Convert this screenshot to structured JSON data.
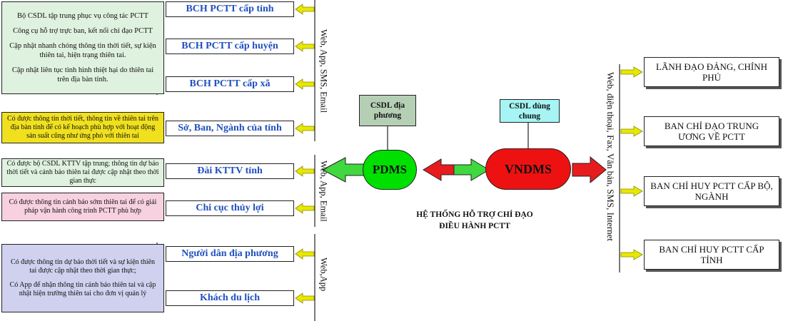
{
  "groups": [
    {
      "channel": "Web, App, SMS, Email",
      "blocks": [
        {
          "color": "#dff1df",
          "lines": [
            "Bộ CSDL tập trung phục vụ công tác PCTT",
            "Công cụ hỗ trợ trực ban, kết nối chỉ đạo PCTT",
            "Cập nhật nhanh chóng thông tin thời tiết, sự kiện thiên tai, hiện trạng thiên tai.",
            "Cập nhật liên tục tình hình thiệt hại do thiên tai trên địa bàn tỉnh."
          ]
        },
        {
          "color": "#f0e01e",
          "lines": [
            "Có được thông tin thời tiết, thông tin về thiên tai trên địa bàn tỉnh để có kế hoạch phù hợp với hoạt động sản suất cũng như ứng phó với thiên tai"
          ]
        }
      ],
      "actors": [
        "BCH PCTT cấp tỉnh",
        "BCH PCTT cấp huyện",
        "BCH PCTT cấp xã",
        "Sở, Ban, Ngành của tỉnh"
      ]
    },
    {
      "channel": "Web, App, Email",
      "blocks": [
        {
          "color": "#dff1df",
          "lines": [
            "Có được bộ CSDL KTTV tập trung; thông tin dự báo thời tiết và cảnh báo thiên tai được cập nhật theo thời gian thực"
          ]
        },
        {
          "color": "#f7d1e0",
          "lines": [
            "Có được thông tin cảnh báo sớm thiên tai để có giải pháp vận hành công trình PCTT phù hợp"
          ]
        }
      ],
      "actors": [
        "Đài KTTV tỉnh",
        "Chi cục thủy lợi"
      ]
    },
    {
      "channel": "Web,App",
      "blocks": [
        {
          "color": "#d0d0ef",
          "lines": [
            "Có được thông tin dự báo thời tiết và sự kiện thiên tai được cập nhật theo thời gian thực;",
            "Có App để nhận thông tin cảnh báo thiên tai và cập nhật hiện trường thiên tai cho đơn vị quản lý"
          ]
        }
      ],
      "actors": [
        "Người dân địa phương",
        "Khách du lịch"
      ]
    }
  ],
  "center": {
    "pdms_db": "CSDL địa phương",
    "vndms_db": "CSDL dùng chung",
    "pdms": "PDMS",
    "vndms": "VNDMS",
    "caption_line1": "HỆ THỐNG HỖ TRỢ CHỈ ĐẠO",
    "caption_line2": "ĐIỀU HÀNH PCTT"
  },
  "right": {
    "channel": "Web, điện thoại, Fax, Văn bản, SMS, Internet",
    "recipients": [
      "LÃNH ĐẠO ĐẢNG, CHÍNH PHỦ",
      "BAN CHỈ ĐẠO TRUNG ƯƠNG VỀ PCTT",
      "BAN CHỈ HUY PCTT CẤP BỘ, NGÀNH",
      "BAN CHỈ HUY PCTT CẤP TỈNH"
    ]
  },
  "colors": {
    "arrow_yellow": "#e8e800",
    "arrow_green": "#3fd83f",
    "arrow_red": "#e81c1c",
    "pdms_fill": "#00e000",
    "vndms_fill": "#ee1111",
    "pdms_db_fill": "#b5cfb5",
    "vndms_db_fill": "#a6f4f4",
    "actor_text": "#1f4fbf"
  }
}
